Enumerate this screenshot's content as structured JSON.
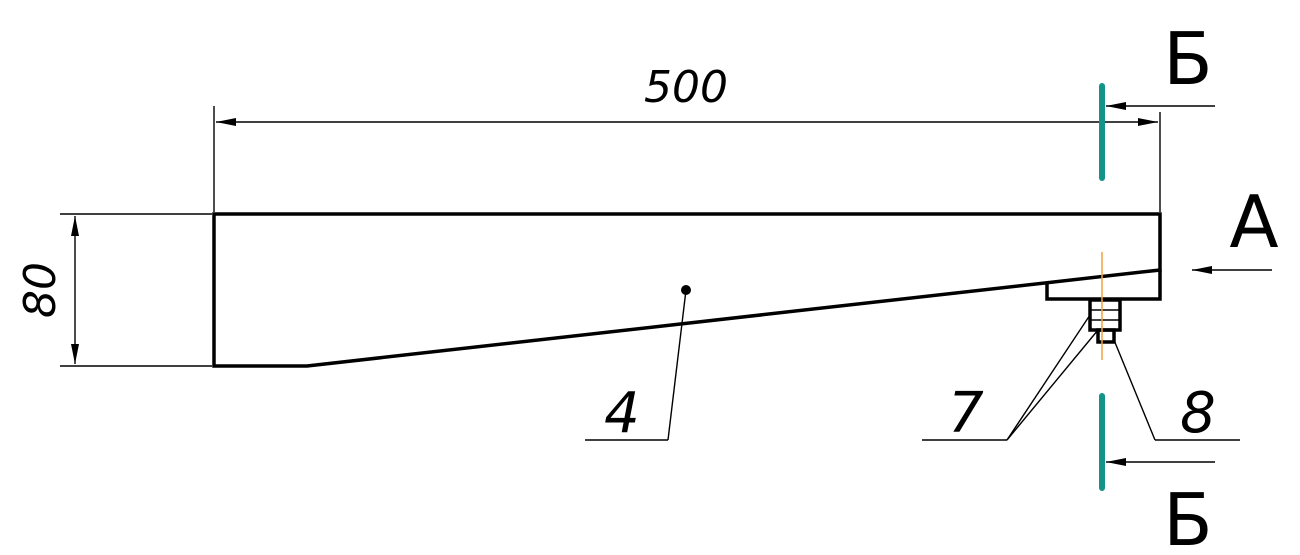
{
  "dimensions": {
    "length": "500",
    "height": "80"
  },
  "callouts": {
    "body": "4",
    "bolt": "7",
    "nut": "8"
  },
  "views": {
    "section_top": "Б",
    "section_bottom": "Б",
    "view_a": "А"
  },
  "colors": {
    "section_line": "#12948a",
    "center_axis": "#f0a040",
    "line": "#000000"
  }
}
